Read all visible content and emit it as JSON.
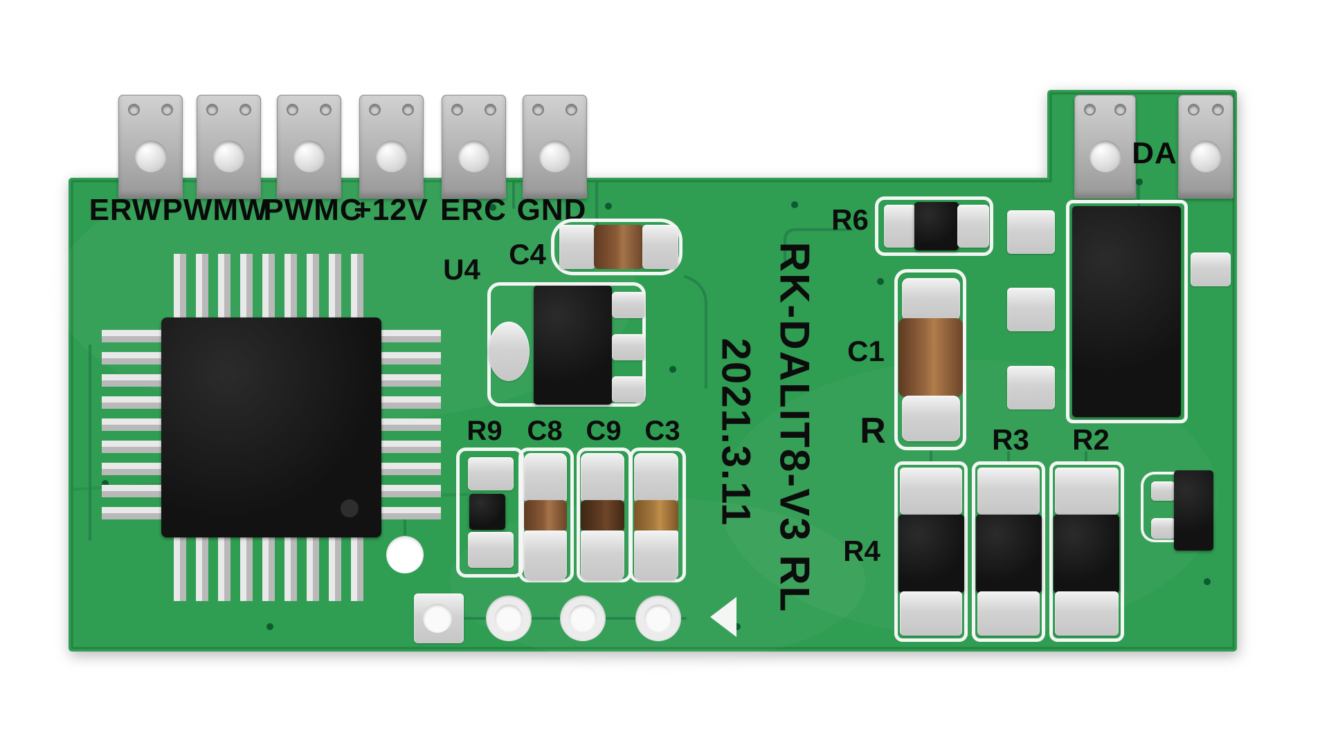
{
  "pcb": {
    "terminals": [
      {
        "label": "ERW"
      },
      {
        "label": "PWMW"
      },
      {
        "label": "PWMC"
      },
      {
        "label": "+12V"
      },
      {
        "label": "ERC"
      },
      {
        "label": "GND"
      }
    ],
    "right_connector_label": "DA",
    "refs": {
      "u4": "U4",
      "c4": "C4",
      "r9": "R9",
      "c8": "C8",
      "c9": "C9",
      "c3": "C3",
      "r6": "R6",
      "c1": "C1",
      "r": "R",
      "r3": "R3",
      "r2": "R2",
      "r4": "R4"
    },
    "markings": {
      "model": "RK-DALIT8-V3 RL",
      "date": "2021.3.11"
    },
    "colors": {
      "board_green": "#2f9d52",
      "trace_green": "#25824a",
      "silkscreen": "#f4f6f4",
      "component_black": "#121212",
      "pad_silver": "#c6c6c6",
      "terminal_gray": "#b3b3b3",
      "capacitor_brown": "#8a5a36"
    }
  }
}
